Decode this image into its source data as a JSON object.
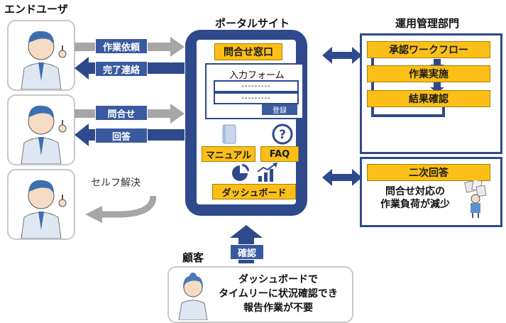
{
  "end_user": {
    "title": "エンドユーザ",
    "request_label": "作業依頼",
    "complete_label": "完了連絡",
    "inquiry_label": "問合せ",
    "answer_label": "回答",
    "self_solve_label": "セルフ解決"
  },
  "portal": {
    "title": "ポータルサイト",
    "contact_window": "問合せ窓口",
    "form_title": "入力フォーム",
    "field_placeholder": "---------",
    "register_button": "登録",
    "manual_label": "マニュアル",
    "faq_label": "FAQ",
    "dashboard_label": "ダッシュボード"
  },
  "ops": {
    "title": "運用管理部門",
    "approval_workflow": "承認ワークフロー",
    "work_execution": "作業実施",
    "result_check": "結果確認",
    "secondary_answer": "二次回答",
    "reduced_load_line1": "問合せ対応の",
    "reduced_load_line2": "作業負荷が減少"
  },
  "customer": {
    "title": "顧客",
    "confirm_label": "確認",
    "message_line1": "ダッシュボードで",
    "message_line2": "タイムリーに状況確認でき",
    "message_line3": "報告作業が不要"
  },
  "colors": {
    "navy": "#2e4a8c",
    "label_blue": "#3a5aa0",
    "yellow": "#fbbf17",
    "gray_arrow": "#a6a6a6"
  }
}
